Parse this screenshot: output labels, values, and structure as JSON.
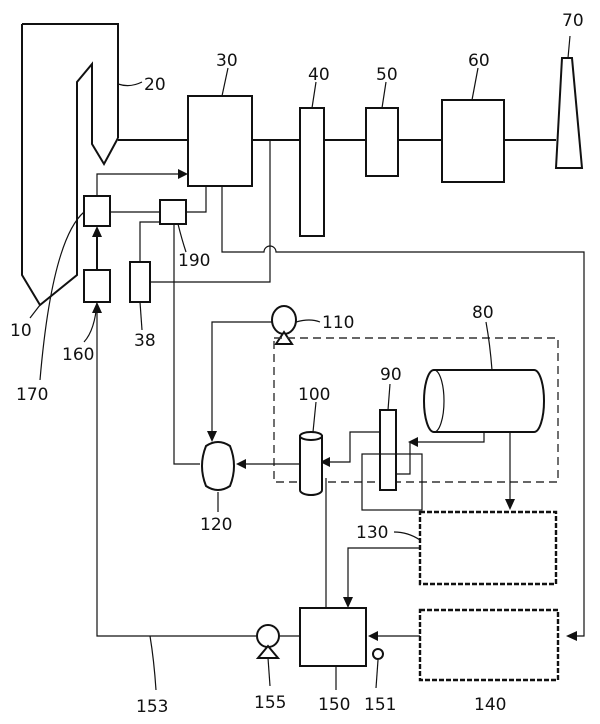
{
  "diagram": {
    "labels": {
      "l10": "10",
      "l20": "20",
      "l30": "30",
      "l38": "38",
      "l40": "40",
      "l50": "50",
      "l60": "60",
      "l70": "70",
      "l80": "80",
      "l90": "90",
      "l100": "100",
      "l110": "110",
      "l120": "120",
      "l130": "130",
      "l140": "140",
      "l150": "150",
      "l151": "151",
      "l153": "153",
      "l155": "155",
      "l160": "160",
      "l170": "170",
      "l190": "190"
    }
  }
}
